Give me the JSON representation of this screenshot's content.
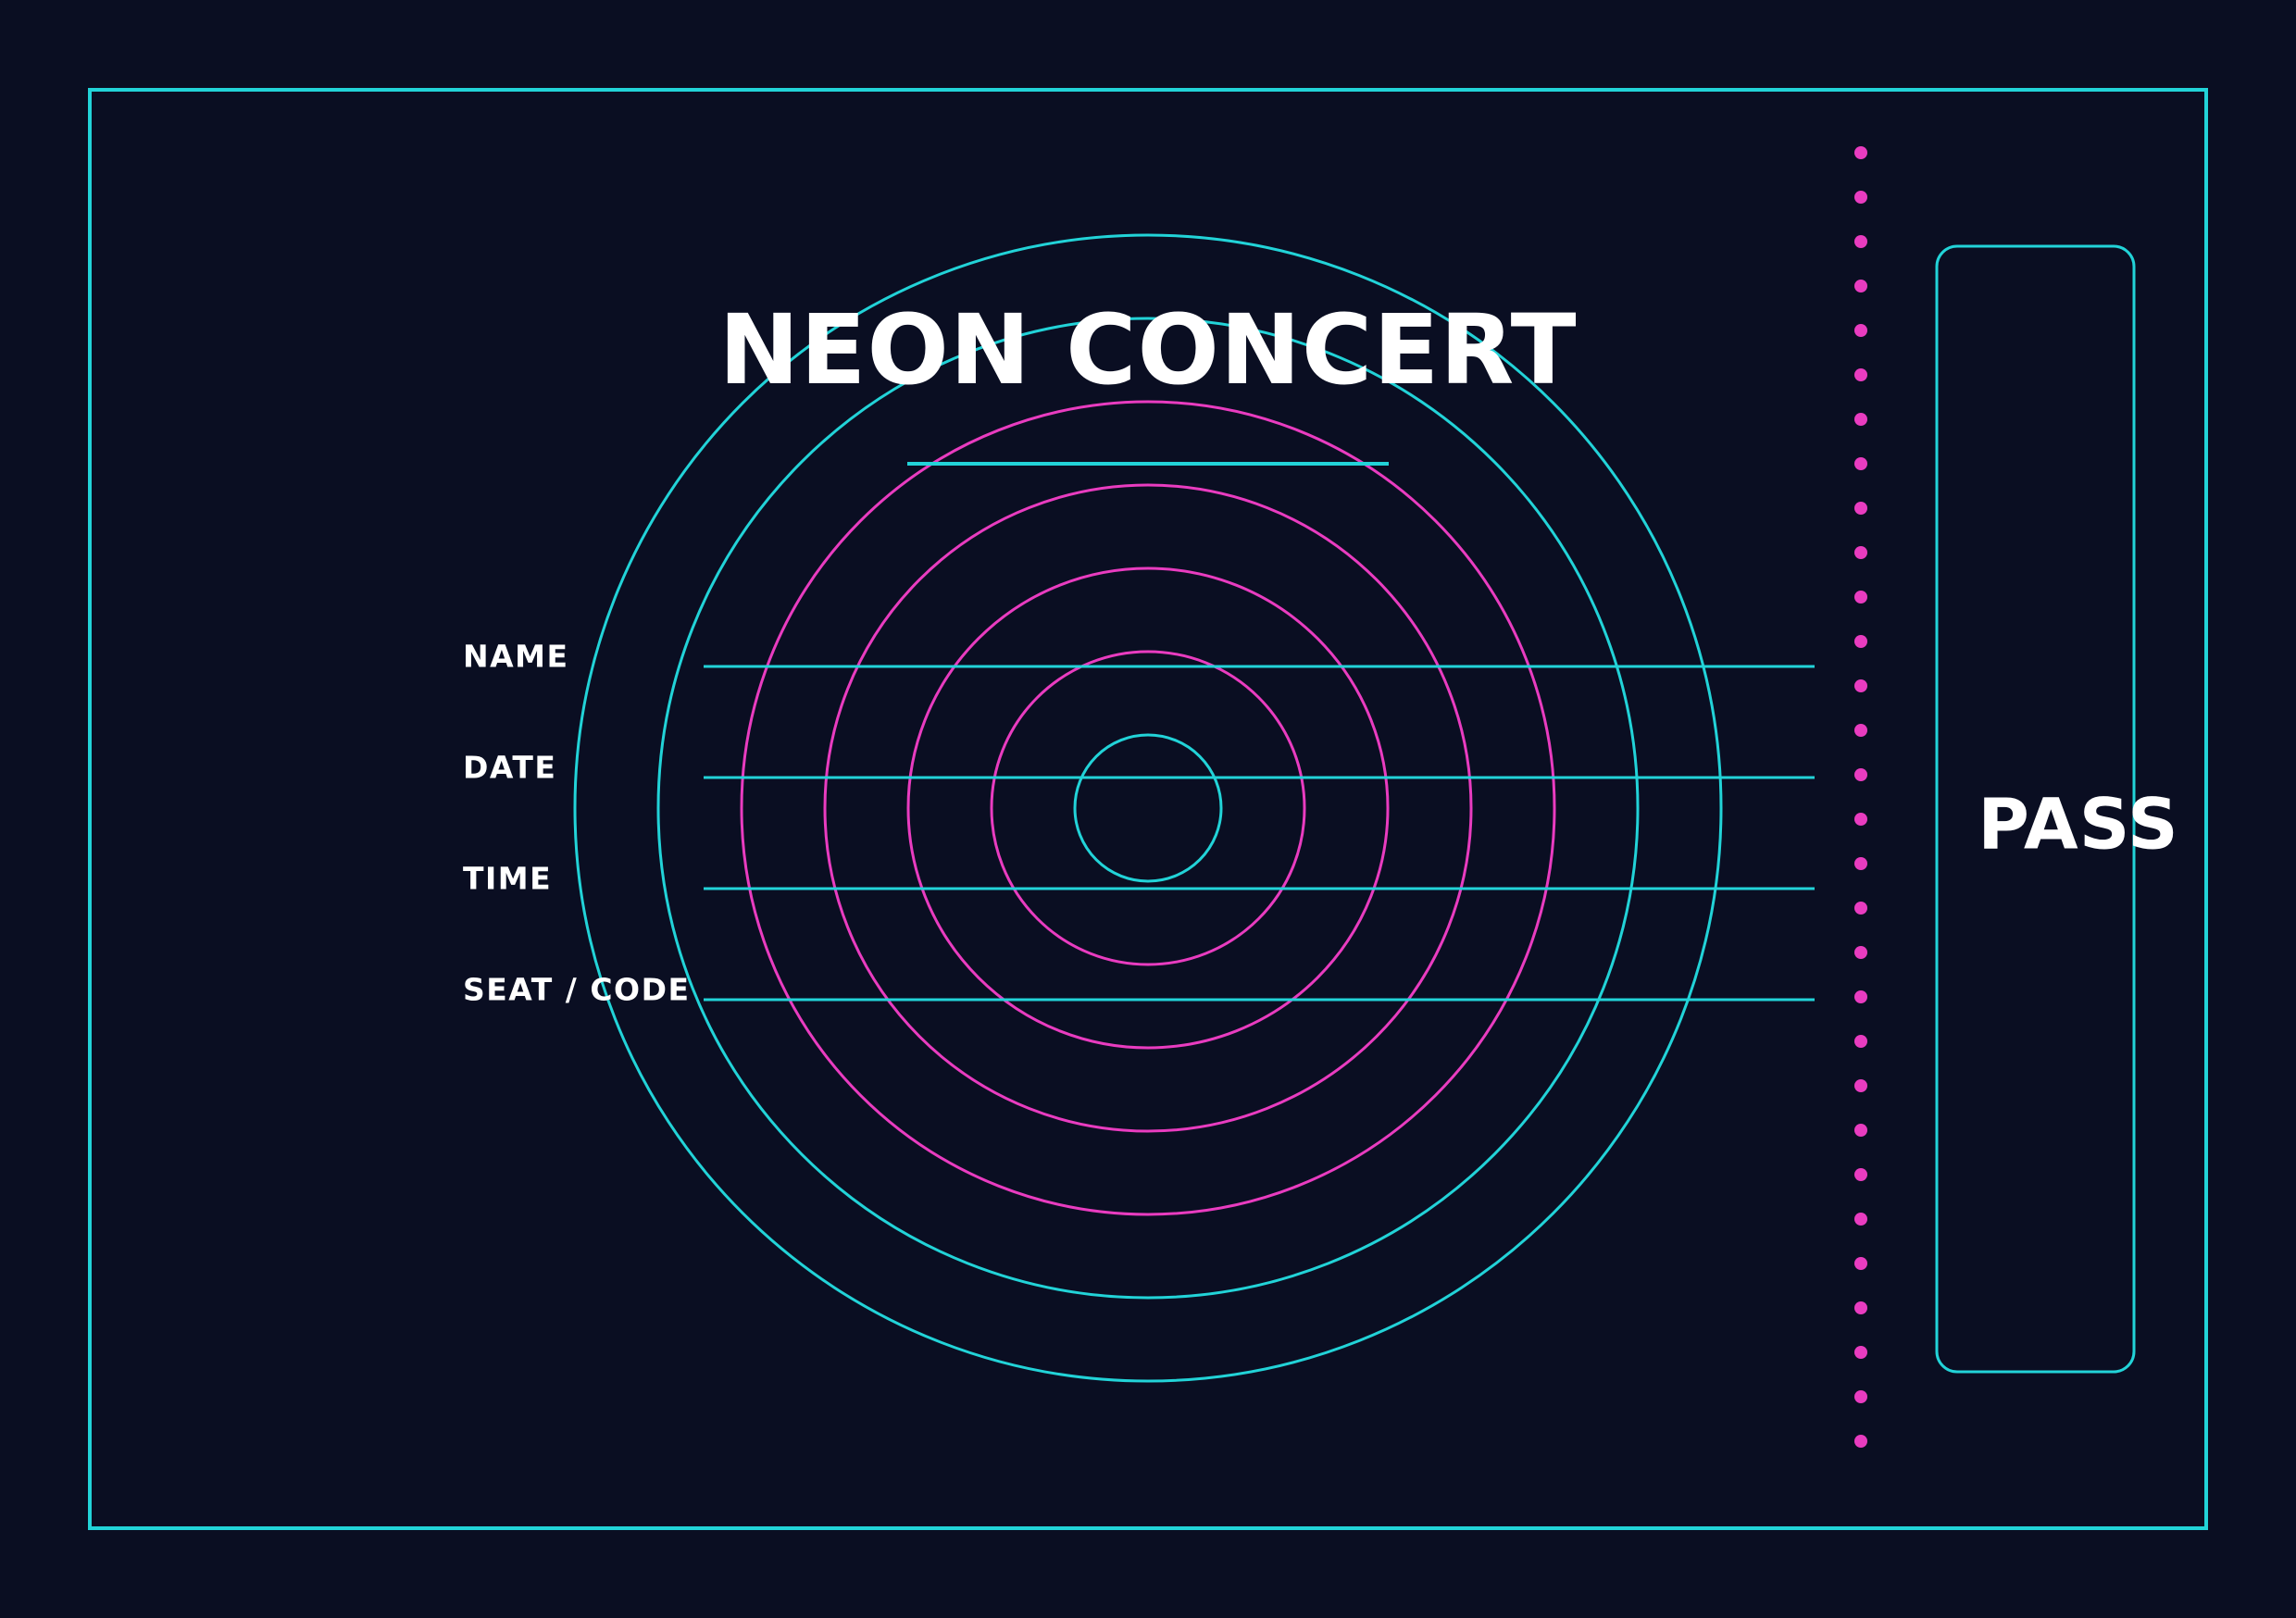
{
  "ticket": {
    "title": "NEON CONCERT",
    "stub_label": "PASS",
    "fields": [
      {
        "label": "NAME"
      },
      {
        "label": "DATE"
      },
      {
        "label": "TIME"
      },
      {
        "label": "SEAT / CODE"
      }
    ]
  },
  "colors": {
    "background": "#0a0e22",
    "accent_cyan": "#22d3d8",
    "accent_magenta": "#e93cc0",
    "text": "#ffffff"
  }
}
